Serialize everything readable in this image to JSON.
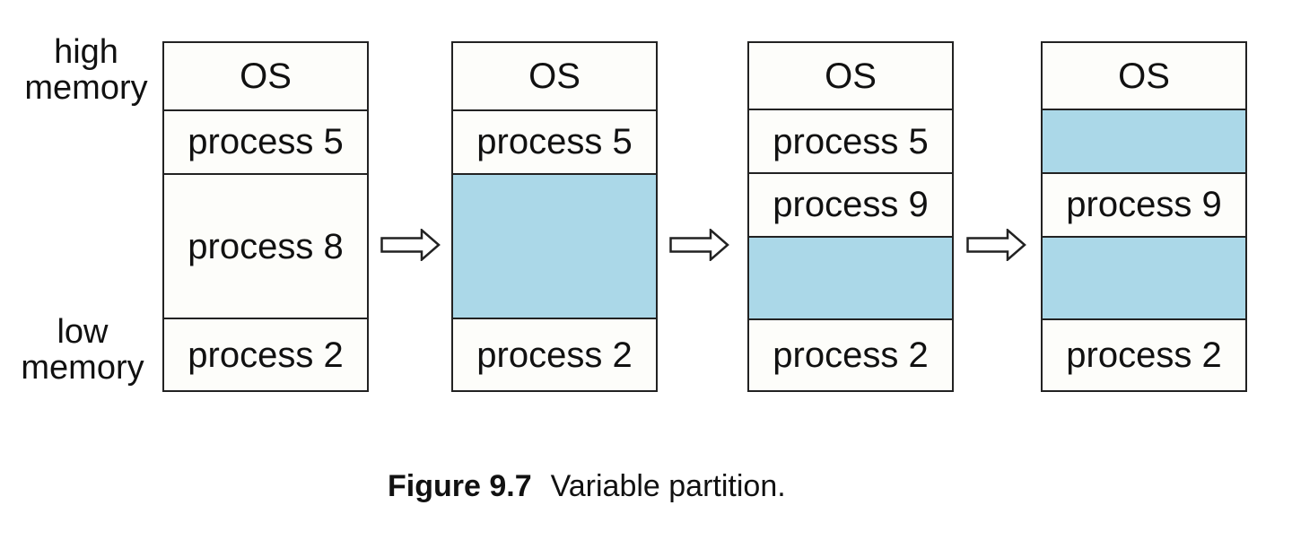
{
  "figure": {
    "caption_label": "Figure 9.7",
    "caption_text": "Variable partition.",
    "high_memory_label": [
      "high",
      "memory"
    ],
    "low_memory_label": [
      "low",
      "memory"
    ]
  },
  "colors": {
    "hole_fill": "#abd8e8",
    "box_fill": "#fdfdfa",
    "border": "#222222",
    "text": "#111111",
    "page_bg": "#ffffff"
  },
  "memory_states": [
    {
      "name": "memory-state-1",
      "segments": [
        {
          "label": "OS",
          "kind": "os",
          "h": 75
        },
        {
          "label": "process 5",
          "kind": "process",
          "h": 70
        },
        {
          "label": "process 8",
          "kind": "process",
          "h": 162
        },
        {
          "label": "process 2",
          "kind": "process",
          "h": 80
        }
      ]
    },
    {
      "name": "memory-state-2",
      "segments": [
        {
          "label": "OS",
          "kind": "os",
          "h": 75
        },
        {
          "label": "process 5",
          "kind": "process",
          "h": 70
        },
        {
          "label": "",
          "kind": "hole",
          "h": 162
        },
        {
          "label": "process 2",
          "kind": "process",
          "h": 80
        }
      ]
    },
    {
      "name": "memory-state-3",
      "segments": [
        {
          "label": "OS",
          "kind": "os",
          "h": 75
        },
        {
          "label": "process 5",
          "kind": "process",
          "h": 70
        },
        {
          "label": "process 9",
          "kind": "process",
          "h": 70
        },
        {
          "label": "",
          "kind": "hole",
          "h": 92
        },
        {
          "label": "process 2",
          "kind": "process",
          "h": 80
        }
      ]
    },
    {
      "name": "memory-state-4",
      "segments": [
        {
          "label": "OS",
          "kind": "os",
          "h": 75
        },
        {
          "label": "",
          "kind": "hole",
          "h": 70
        },
        {
          "label": "process 9",
          "kind": "process",
          "h": 70
        },
        {
          "label": "",
          "kind": "hole",
          "h": 92
        },
        {
          "label": "process 2",
          "kind": "process",
          "h": 80
        }
      ]
    }
  ],
  "arrows": [
    {
      "name": "transition-arrow-1",
      "direction": "right"
    },
    {
      "name": "transition-arrow-2",
      "direction": "right"
    },
    {
      "name": "transition-arrow-3",
      "direction": "right"
    }
  ]
}
